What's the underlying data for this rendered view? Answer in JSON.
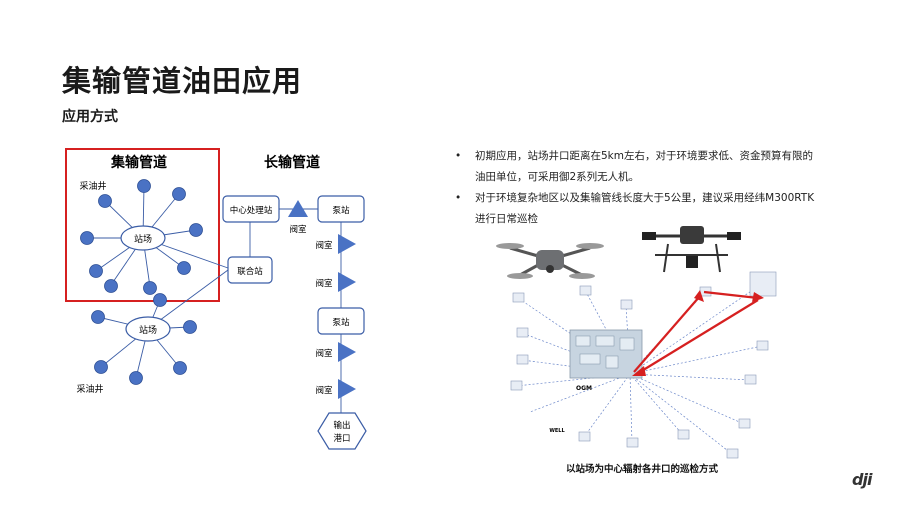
{
  "title": "集输管道油田应用",
  "subtitle": "应用方式",
  "left_diagram": {
    "gathering_title": "集输管道",
    "long_title": "长输管道",
    "well_label_top": "采油井",
    "well_label_bottom": "采油井",
    "station_top": "站场",
    "station_bottom": "站场",
    "central_station": "中心处理站",
    "joint_station": "联合站",
    "pump_station_1": "泵站",
    "pump_station_2": "泵站",
    "valve_labels": [
      "阀室",
      "阀室",
      "阀室",
      "阀室",
      "阀室"
    ],
    "export_port": "输出\n港口"
  },
  "bullets": [
    "初期应用，站场井口距离在5km左右，对于环境要求低、资金预算有限的油田单位，可采用御2系列无人机。",
    "对于环境复杂地区以及集输管线长度大于5公里，建议采用经纬M300RTK进行日常巡检"
  ],
  "right_diagram": {
    "center_label": "OGM",
    "well_label": "WELL",
    "caption": "以站场为中心辐射各井口的巡检方式"
  },
  "logo_text": "dji",
  "colors": {
    "node": "#4a72c4",
    "line": "#3b5da6",
    "highlight": "#d62020",
    "radial": "#6a86c9"
  }
}
